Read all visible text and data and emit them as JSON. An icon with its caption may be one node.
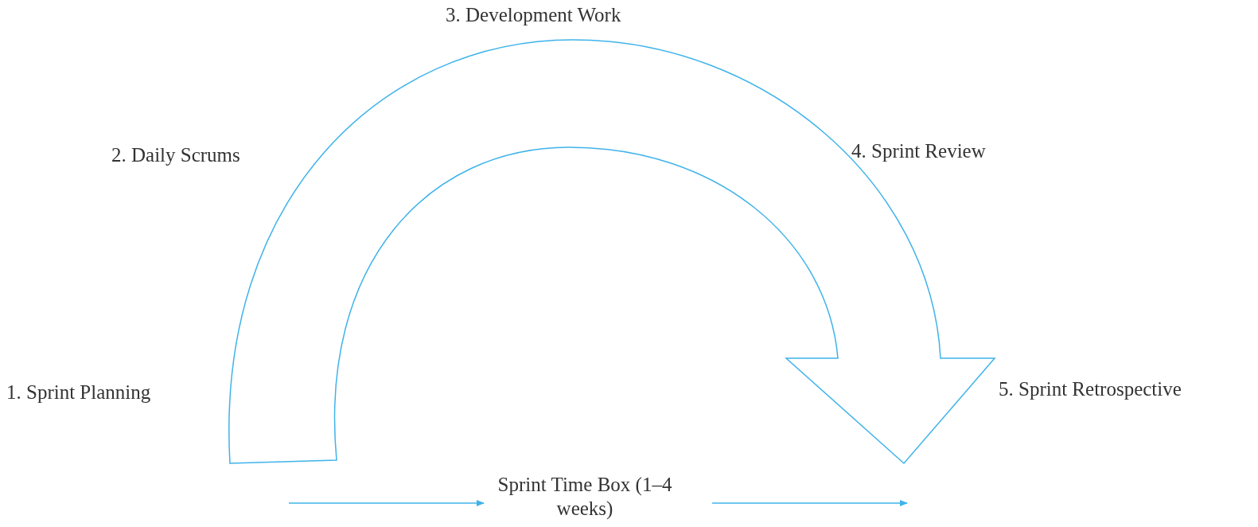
{
  "diagram": {
    "labels": [
      "3. Development Work",
      "2. Daily Scrums",
      "4. Sprint Review",
      "1. Sprint Planning",
      "5. Sprint Retrospective",
      "Sprint Time Box (1–4 weeks)"
    ]
  }
}
